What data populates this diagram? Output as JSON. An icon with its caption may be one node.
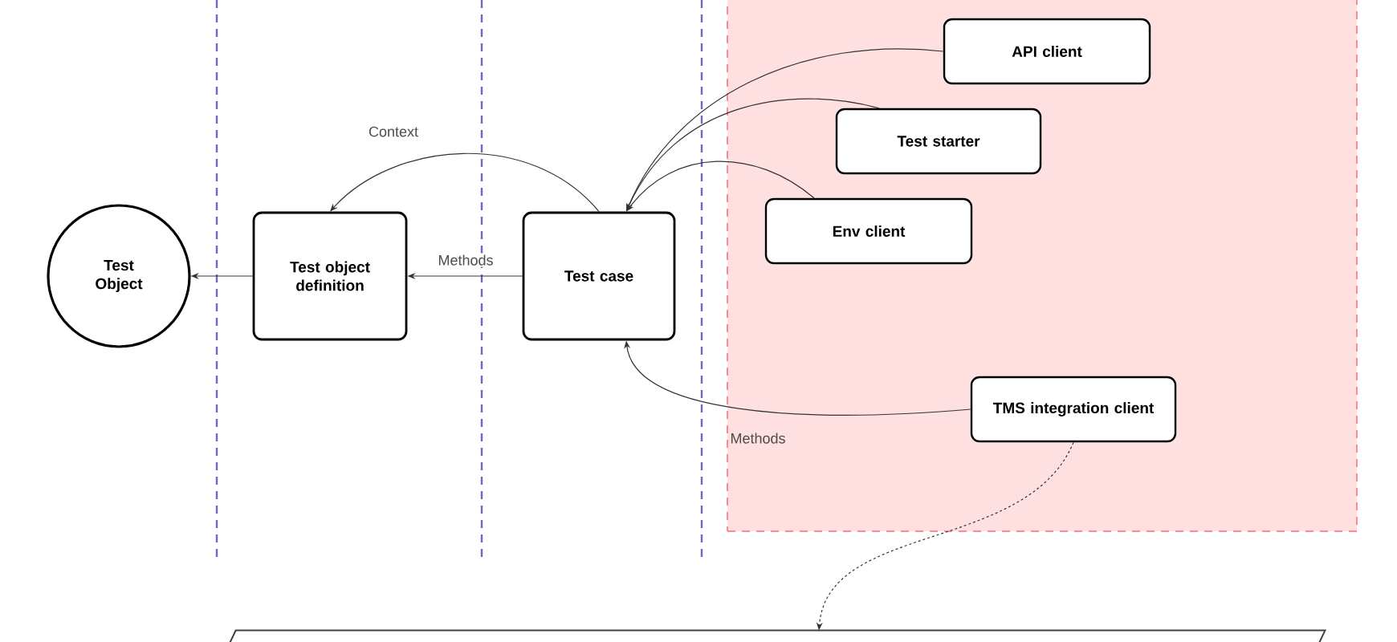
{
  "diagram": {
    "nodes": [
      {
        "text": [
          "Test Object"
        ]
      },
      {
        "text": [
          "Test object definition"
        ]
      },
      {
        "text": [
          "Test case"
        ]
      },
      {
        "text": [],
        "shape": "box"
      },
      {
        "text": [
          "API client"
        ],
        "in": 3
      },
      {
        "text": [
          "Test starter"
        ],
        "in": 3
      },
      {
        "text": [
          "Env client"
        ],
        "in": 3
      },
      {
        "text": [
          "TMS integration client"
        ],
        "in": 3
      },
      {
        "text": [],
        "shape": "parallelogram"
      }
    ],
    "edges": [
      {
        "from": 1,
        "to": 0,
        "arrow": "to"
      },
      {
        "from": 2,
        "to": 1,
        "arrow": "to",
        "label": "Methods"
      },
      {
        "from": 2,
        "to": 1,
        "arrow": "to",
        "label": "Context"
      },
      {
        "from": 4,
        "to": 2,
        "arrow": "to"
      },
      {
        "from": 5,
        "to": 2,
        "arrow": "to"
      },
      {
        "from": 6,
        "to": 2,
        "arrow": "to"
      },
      {
        "from": 7,
        "to": 2,
        "arrow": "to",
        "label": "Methods"
      },
      {
        "from": 7,
        "to": 8,
        "arrow": "to",
        "style": "dashed"
      }
    ]
  }
}
